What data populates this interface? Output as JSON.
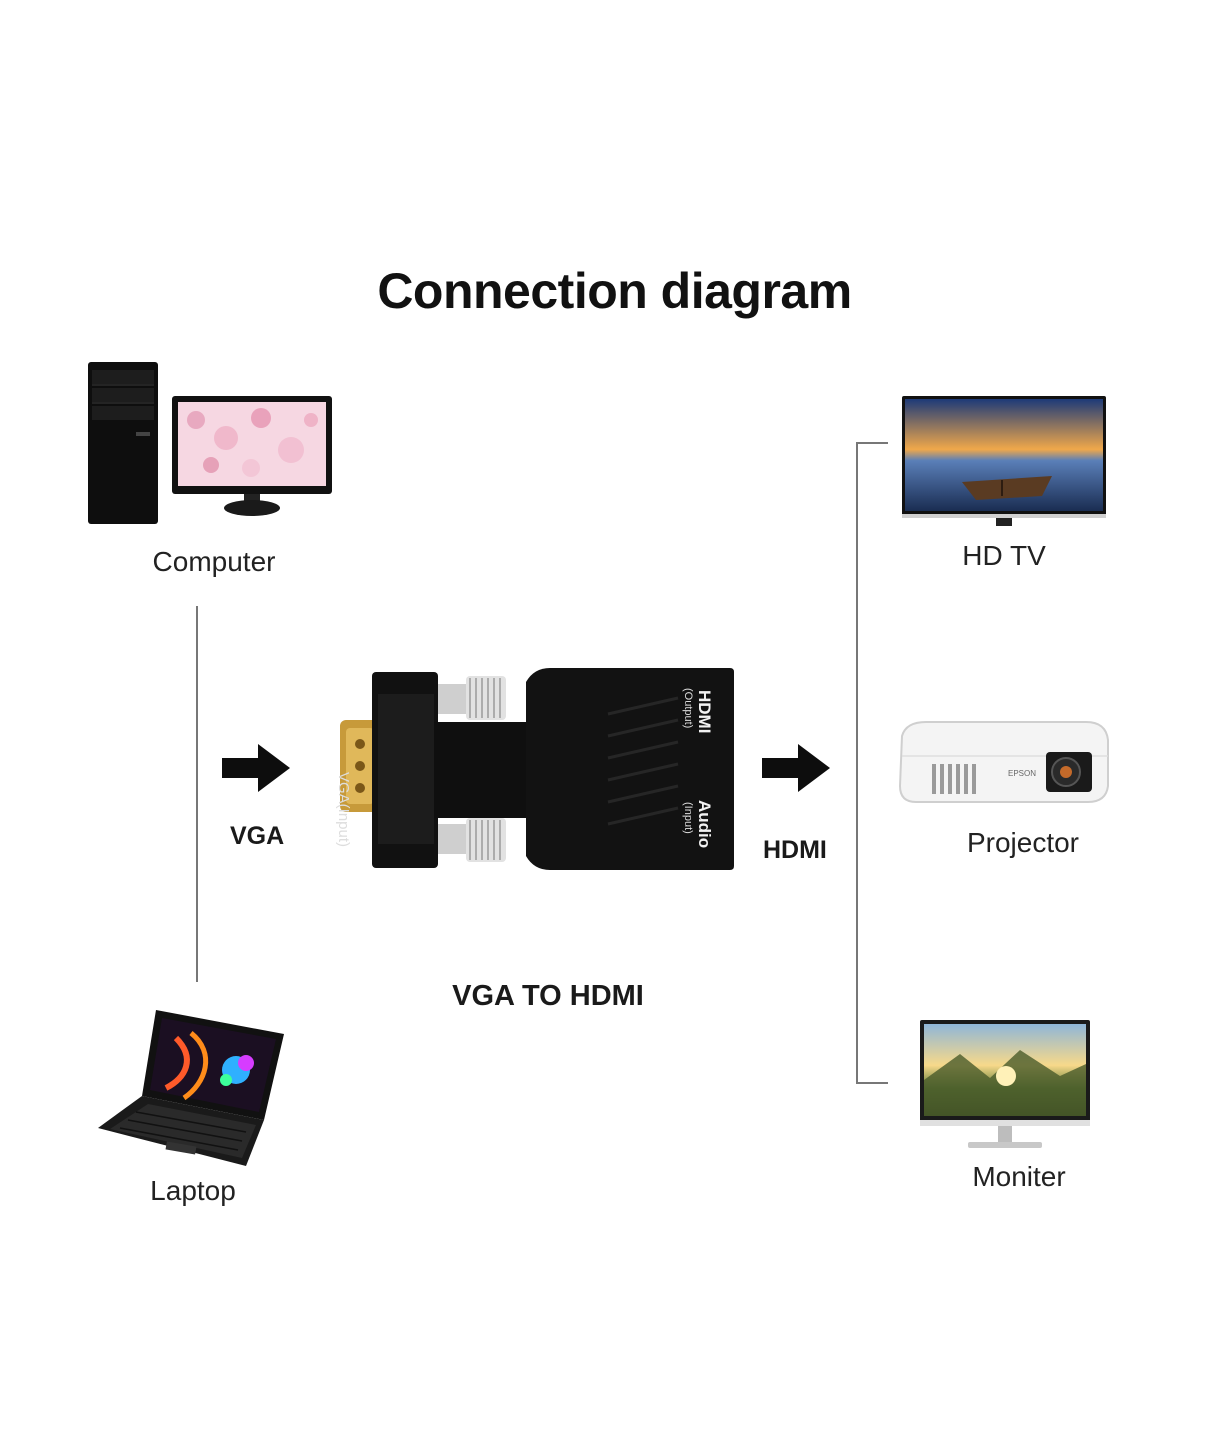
{
  "title": "Connection diagram",
  "sources": {
    "computer": {
      "label": "Computer",
      "icon": "desktop-computer-icon"
    },
    "laptop": {
      "label": "Laptop",
      "icon": "laptop-icon"
    }
  },
  "connections": {
    "input_label": "VGA",
    "output_label": "HDMI"
  },
  "adapter": {
    "caption": "VGA TO HDMI",
    "port_hdmi_label": "HDMI",
    "port_hdmi_sub": "(Output)",
    "port_audio_label": "Audio",
    "port_audio_sub": "(Input)",
    "vga_side_label": "VGA(Input)"
  },
  "destinations": {
    "hdtv": {
      "label": "HD TV",
      "icon": "hd-tv-icon"
    },
    "projector": {
      "label": "Projector",
      "icon": "projector-icon",
      "brand": "EPSON"
    },
    "monitor": {
      "label": "Moniter",
      "icon": "monitor-icon"
    }
  },
  "colors": {
    "device_black": "#111111",
    "line_gray": "#777777"
  }
}
